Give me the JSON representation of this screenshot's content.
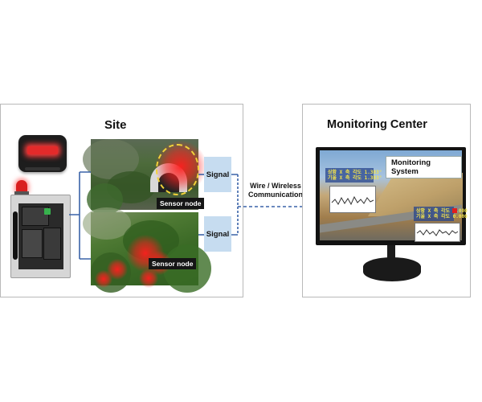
{
  "site": {
    "title": "Site",
    "sensor_labels": [
      "Sensor node",
      "Sensor node"
    ]
  },
  "signals": [
    "Signal",
    "Signal"
  ],
  "communication": {
    "line1": "Wire / Wireless",
    "line2": "Communication"
  },
  "monitoring_center": {
    "title": "Monitoring Center",
    "system_label": "Monitoring System",
    "readout_1": [
      "상황 X 축 각도   1.383°",
      "기울 X 축 각도   1.383°"
    ],
    "readout_2": [
      "상황 X 축 각도  0.000",
      "기울 X 축 각도  0.000"
    ]
  },
  "colors": {
    "signal_box": "#c6dcf0",
    "connector": "#3a63a8",
    "heat": "#ff1e1e",
    "alarm": "#e32a2a"
  },
  "icons": [
    "alarm-light-icon",
    "control-box-icon",
    "monitor-icon"
  ]
}
